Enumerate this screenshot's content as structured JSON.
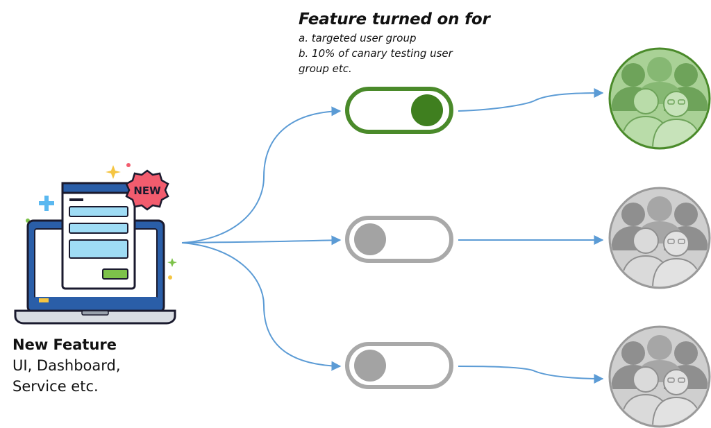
{
  "header": {
    "title": "Feature turned on for",
    "lines": [
      "a. targeted user group",
      "b. 10% of canary testing user",
      "group etc."
    ]
  },
  "feature": {
    "title": "New Feature",
    "lines": [
      "UI, Dashboard,",
      "Service etc."
    ],
    "badge": "NEW"
  },
  "toggles": [
    {
      "state": "on"
    },
    {
      "state": "off"
    },
    {
      "state": "off"
    }
  ],
  "colors": {
    "arrow": "#5b9bd5",
    "on_border": "#4a8a2a",
    "on_knob": "#3f7f1f",
    "off_border": "#a9a9a9",
    "off_knob": "#a3a3a3",
    "group_on": "#9cc78a",
    "group_off": "#c4c4c4",
    "badge": "#f25c6e"
  },
  "icons": {
    "laptop": "laptop-new-feature-icon",
    "user_group": "user-group-icon"
  }
}
